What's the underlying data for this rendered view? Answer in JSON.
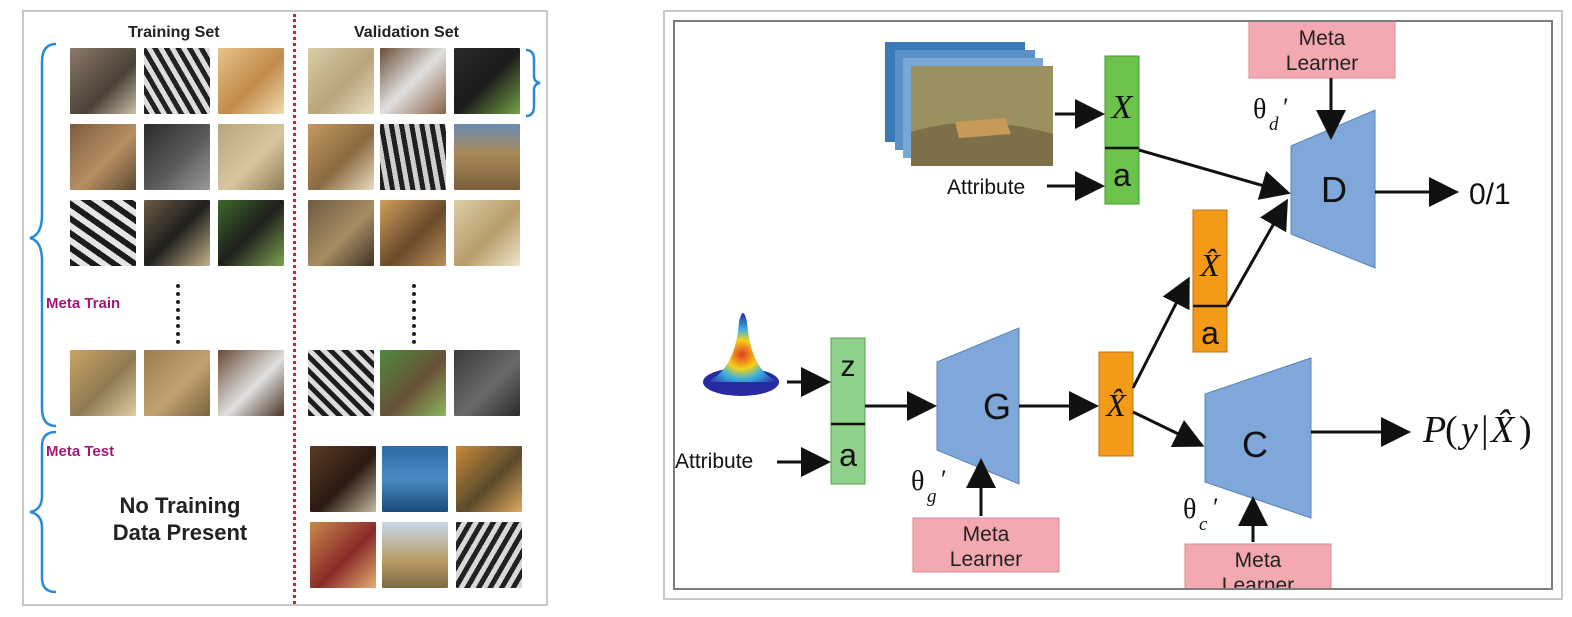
{
  "left": {
    "training_header": "Training Set",
    "validation_header": "Validation Set",
    "meta_train_label": "Meta Train",
    "meta_test_label": "Meta Test",
    "no_data_line1": "No Training",
    "no_data_line2": "Data Present"
  },
  "right": {
    "meta_learner_line1": "Meta",
    "meta_learner_line2": "Learner",
    "attribute": "Attribute",
    "x": "X",
    "a": "a",
    "z": "z",
    "x_hat": "X̂",
    "theta_d": "θ",
    "theta_d_sub": "d",
    "theta_g": "θ",
    "theta_g_sub": "g",
    "theta_c": "θ",
    "theta_c_sub": "c",
    "prime": "′",
    "discriminator": "D",
    "generator": "G",
    "classifier": "C",
    "output": "0/1",
    "posterior_p": "P",
    "posterior_y": "y",
    "posterior_bar": "|",
    "posterior_x_hat": "X̂",
    "open_paren": "(",
    "close_paren": ")"
  },
  "colors": {
    "green": "#6cc24a",
    "light_green": "#8fd08a",
    "orange": "#f39b18",
    "blue_block": "#7fa7d9",
    "pink": "#f4a9b0",
    "brace_blue": "#2a8ad4",
    "label_magenta": "#a0197a",
    "divider_red": "#d0202a"
  }
}
